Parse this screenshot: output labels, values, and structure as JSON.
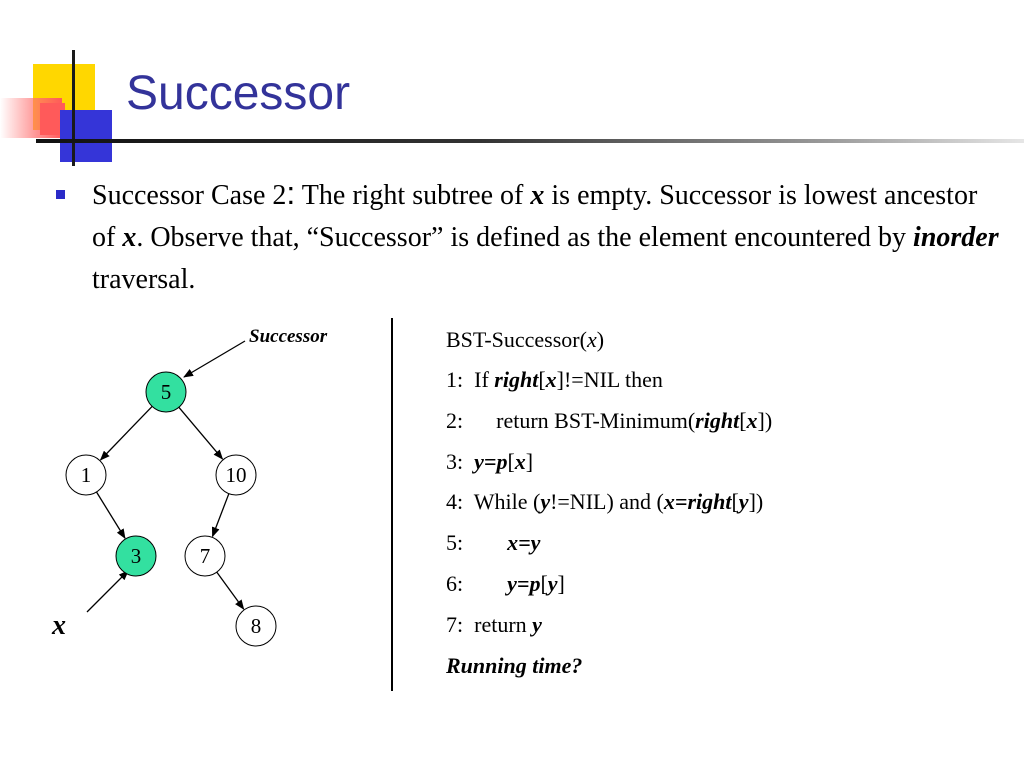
{
  "title": "Successor",
  "bullet": {
    "lead": "Successor Case 2",
    "colon": ":",
    "t1": " The right subtree of ",
    "x1": "x",
    "t2": " is empty. Successor is lowest ancestor of ",
    "x2": "x",
    "t3": ". Observe that, “Successor” is defined as the element encountered by ",
    "inorder": "inorder",
    "t4": " traversal."
  },
  "tree": {
    "successor_label": "Successor",
    "x_label": "x",
    "nodes": [
      {
        "id": "n5",
        "key": "5",
        "highlight": true
      },
      {
        "id": "n1",
        "key": "1",
        "highlight": false
      },
      {
        "id": "n10",
        "key": "10",
        "highlight": false
      },
      {
        "id": "n3",
        "key": "3",
        "highlight": true
      },
      {
        "id": "n7",
        "key": "7",
        "highlight": false
      },
      {
        "id": "n8",
        "key": "8",
        "highlight": false
      }
    ],
    "edges": [
      [
        "n5",
        "n1"
      ],
      [
        "n5",
        "n10"
      ],
      [
        "n1",
        "n3"
      ],
      [
        "n10",
        "n7"
      ],
      [
        "n7",
        "n8"
      ]
    ],
    "highlight_color": "#33e0a0"
  },
  "code": {
    "l0": {
      "a": "BST-Successor(",
      "b": "x",
      "c": ")"
    },
    "l1": {
      "num": "1:",
      "a": "  If ",
      "b": "right",
      "c": "[",
      "d": "x",
      "e": "]!=NIL then"
    },
    "l2": {
      "num": "2:",
      "a": "      return BST-Minimum(",
      "b": "right",
      "c": "[",
      "d": "x",
      "e": "])"
    },
    "l3": {
      "num": "3:",
      "a": "  ",
      "b": "y",
      "c": "=",
      "d": "p",
      "e": "[",
      "f": "x",
      "g": "]"
    },
    "l4": {
      "num": "4:",
      "a": "  While (",
      "b": "y",
      "c": "!=NIL) and (",
      "d": "x",
      "e": "=",
      "f": "right",
      "g": "[",
      "h": "y",
      "i": "])"
    },
    "l5": {
      "num": "5:",
      "a": "        ",
      "b": "x",
      "c": "=",
      "d": "y"
    },
    "l6": {
      "num": "6:",
      "a": "        ",
      "b": "y",
      "c": "=",
      "d": "p",
      "e": "[",
      "f": "y",
      "g": "]"
    },
    "l7": {
      "num": "7:",
      "a": "  return ",
      "b": "y"
    },
    "l8": {
      "text": "Running time?"
    }
  },
  "colors": {
    "title": "#33339a",
    "bullet": "#2b2bc8"
  }
}
